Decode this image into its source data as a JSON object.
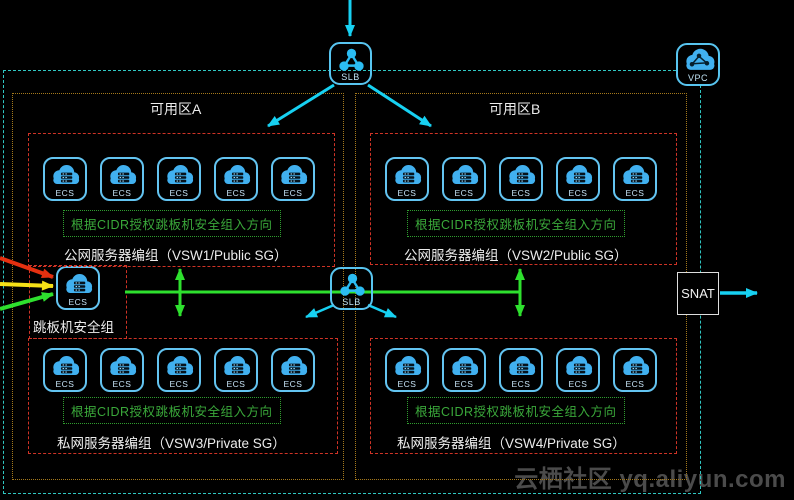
{
  "icons": {
    "ecs": "ECS",
    "slb": "SLB",
    "vpc": "VPC"
  },
  "zone_a": {
    "label": "可用区A",
    "public": {
      "annotation": "根据CIDR授权跳板机安全组入方向",
      "label": "公网服务器编组（VSW1/Public SG）"
    },
    "private": {
      "annotation": "根据CIDR授权跳板机安全组入方向",
      "label": "私网服务器编组（VSW3/Private SG）"
    }
  },
  "zone_b": {
    "label": "可用区B",
    "public": {
      "annotation": "根据CIDR授权跳板机安全组入方向",
      "label": "公网服务器编组（VSW2/Public SG）"
    },
    "private": {
      "annotation": "根据CIDR授权跳板机安全组入方向",
      "label": "私网服务器编组（VSW4/Private SG）"
    }
  },
  "jumpbox": {
    "label": "跳板机安全组"
  },
  "snat": {
    "label": "SNAT"
  },
  "watermark": "云栖社区 yq.aliyun.com",
  "colors": {
    "background": "#000000",
    "vpc_border": "#2fc7c2",
    "zone_border": "#a5791b",
    "security_group_border": "#cf3326",
    "annotation_green": "#3aa83a",
    "arrow_cyan": "#17d1f2",
    "arrow_green": "#2ee02e",
    "arrow_red": "#e53010",
    "arrow_yellow": "#f5e017",
    "icon_blue": "#41b0ef",
    "label_white": "#ececec",
    "watermark_gray": "#4b4b4b"
  }
}
